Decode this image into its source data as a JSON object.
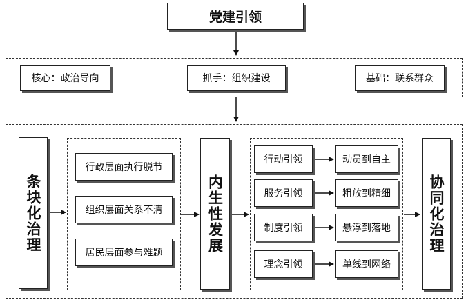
{
  "top": {
    "title": "党建引领"
  },
  "principles": [
    {
      "label": "核心：政治导向"
    },
    {
      "label": "抓手：组织建设"
    },
    {
      "label": "基础：联系群众"
    }
  ],
  "left_column": {
    "label": "条块化治理"
  },
  "problems": [
    {
      "label": "行政层面执行脱节"
    },
    {
      "label": "组织层面关系不清"
    },
    {
      "label": "居民层面参与难题"
    }
  ],
  "middle_column": {
    "label": "内生性发展"
  },
  "guidance": [
    {
      "from": "行动引领",
      "to": "动员到自主"
    },
    {
      "from": "服务引领",
      "to": "粗放到精细"
    },
    {
      "from": "制度引领",
      "to": "悬浮到落地"
    },
    {
      "from": "理念引领",
      "to": "单线到网络"
    }
  ],
  "right_column": {
    "label": "协同化治理"
  }
}
